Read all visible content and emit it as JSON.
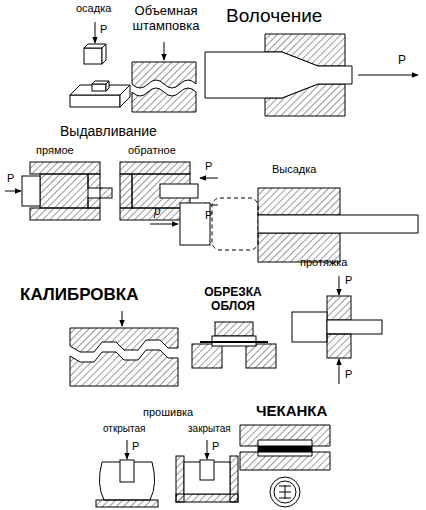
{
  "diagram": {
    "labels": [
      "осадка",
      "P",
      "Объемная штамповка",
      "Волочение",
      "P",
      "Выдавливание",
      "прямое",
      "обратное",
      "P",
      "P",
      "P",
      "Высадка",
      "p",
      "КАЛИБРОВКА",
      "ОБРЕЗКА ОБЛОЯ",
      "протяжка",
      "P",
      "P",
      "прошивка",
      "открытая",
      "закрытая",
      "P",
      "P",
      "ЧЕКАНКА"
    ]
  }
}
